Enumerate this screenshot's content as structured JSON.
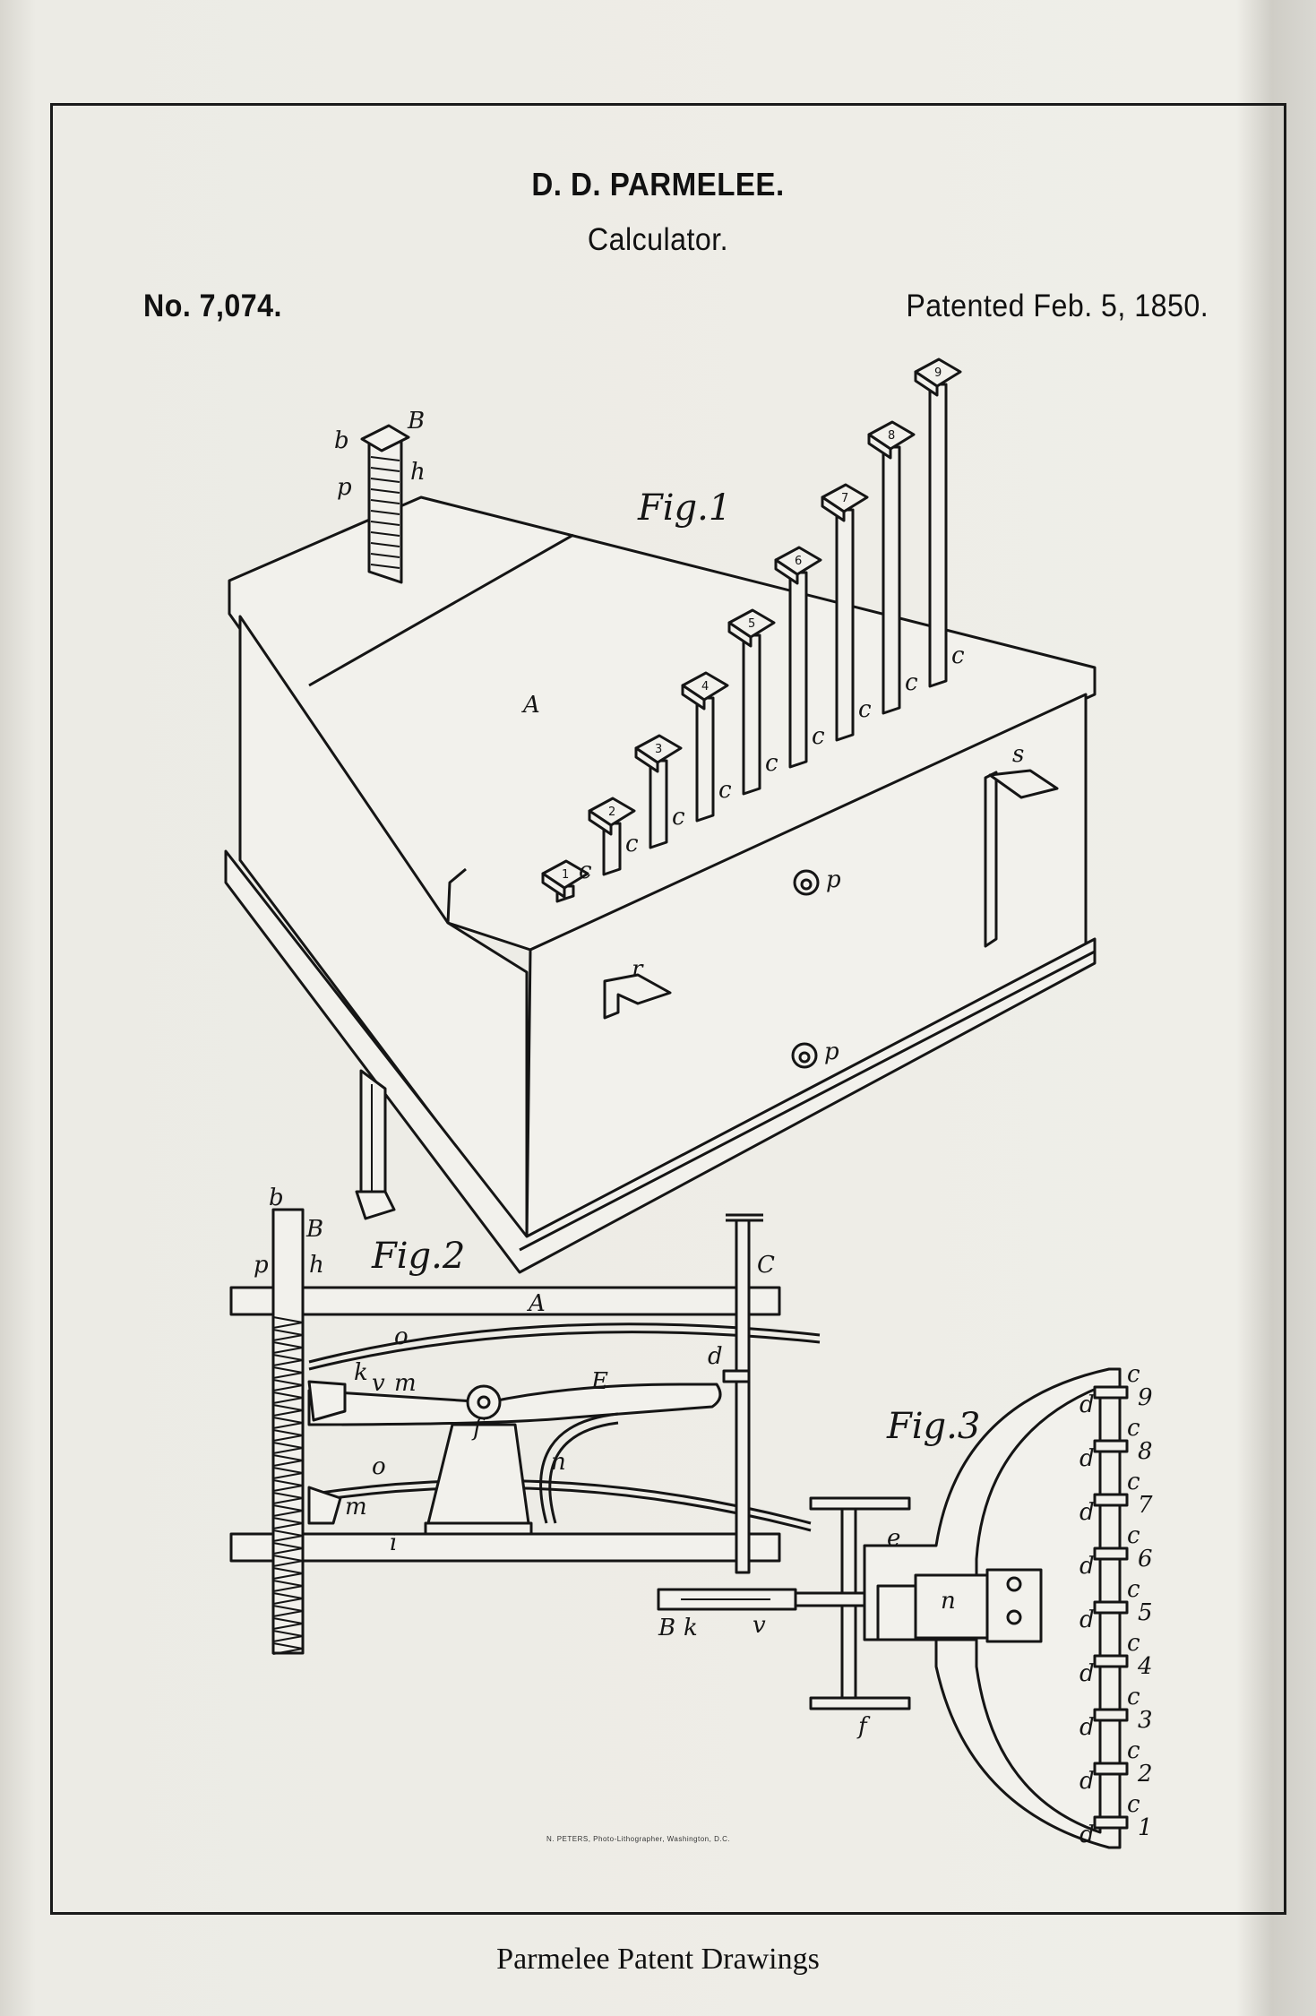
{
  "sheet": {
    "inventor": "D. D. PARMELEE.",
    "title": "Calculator.",
    "patent_number": "No. 7,074.",
    "patent_date": "Patented Feb. 5, 1850.",
    "lithographer": "N. PETERS, Photo-Lithographer, Washington, D.C.",
    "caption": "Parmelee Patent Drawings"
  },
  "figures": {
    "fig1_label": "Fig.1",
    "fig2_label": "Fig.2",
    "fig3_label": "Fig.3"
  },
  "fig1": {
    "keys": [
      "1",
      "2",
      "3",
      "4",
      "5",
      "6",
      "7",
      "8",
      "9"
    ],
    "labels": {
      "A": "A",
      "B": "B",
      "b": "b",
      "h": "h",
      "p_stem": "p",
      "c": "c",
      "s": "s",
      "r": "r",
      "p": "p"
    }
  },
  "fig2": {
    "labels": {
      "b": "b",
      "B": "B",
      "p": "p",
      "h": "h",
      "A": "A",
      "C": "C",
      "o": "o",
      "k": "k",
      "v": "v",
      "m": "m",
      "d": "d",
      "E": "E",
      "f": "f",
      "n": "n",
      "o2": "o",
      "m2": "m",
      "i": "i"
    }
  },
  "fig3": {
    "rack_numbers": [
      "9",
      "8",
      "7",
      "6",
      "5",
      "4",
      "3",
      "2",
      "1"
    ],
    "labels": {
      "c": "c",
      "d": "d",
      "e": "e",
      "n": "n",
      "f": "f",
      "B": "B",
      "k": "k",
      "v": "v"
    }
  }
}
